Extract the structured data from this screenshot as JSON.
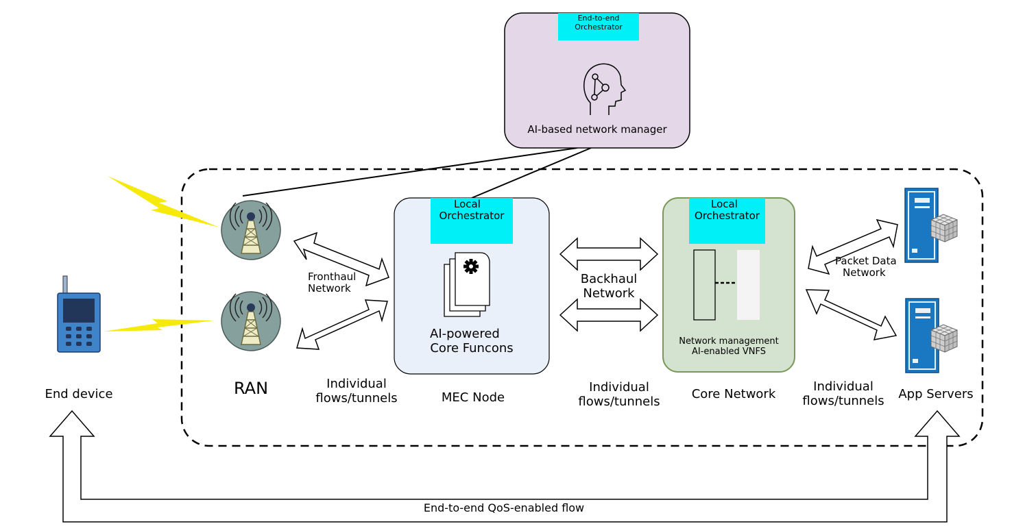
{
  "diagram": {
    "manager": {
      "orchestrator": [
        "End-to-end",
        "Orchestrator"
      ],
      "caption": "AI-based network manager"
    },
    "ran": {
      "caption": "RAN"
    },
    "end_device": {
      "caption": "End device"
    },
    "fronthaul": {
      "label": [
        "Fronthaul",
        "Network"
      ],
      "flows": [
        "Individual",
        "flows/tunnels"
      ]
    },
    "mec": {
      "orchestrator": [
        "Local",
        "Orchestrator"
      ],
      "function_label": [
        "AI-powered",
        "Core Funcons"
      ],
      "caption": "MEC Node"
    },
    "backhaul": {
      "label": [
        "Backhaul",
        "Network"
      ],
      "flows": [
        "Individual",
        "flows/tunnels"
      ]
    },
    "core": {
      "orchestrator": [
        "Local",
        "Orchestrator"
      ],
      "function_label": [
        "Network management",
        "AI-enabled VNFS"
      ],
      "caption": "Core Network"
    },
    "packet_data": {
      "label": [
        "Packet Data",
        "Network"
      ],
      "flows": [
        "Individual",
        "flows/tunnels"
      ]
    },
    "app_servers": {
      "caption": "App Servers"
    },
    "qos_flow": {
      "label": "End-to-end QoS-enabled flow"
    }
  },
  "colors": {
    "manager_fill": "#e3d7e8",
    "orchestrator_fill": "#00f0f8",
    "mec_fill": "#eaf0fa",
    "core_fill": "#d4e3cf",
    "core_border": "#7a9a5a",
    "tower_circle": "#86a09e",
    "tower_body": "#eeecc4",
    "lightning": "#f5ea0c",
    "server_blue": "#1a78c2",
    "phone_blue": "#3f83c8"
  },
  "icons": [
    "lightning-bolt-icon",
    "radio-tower-icon",
    "mobile-phone-icon",
    "ai-head-icon",
    "document-gear-icon",
    "server-icon",
    "cube-icon"
  ]
}
